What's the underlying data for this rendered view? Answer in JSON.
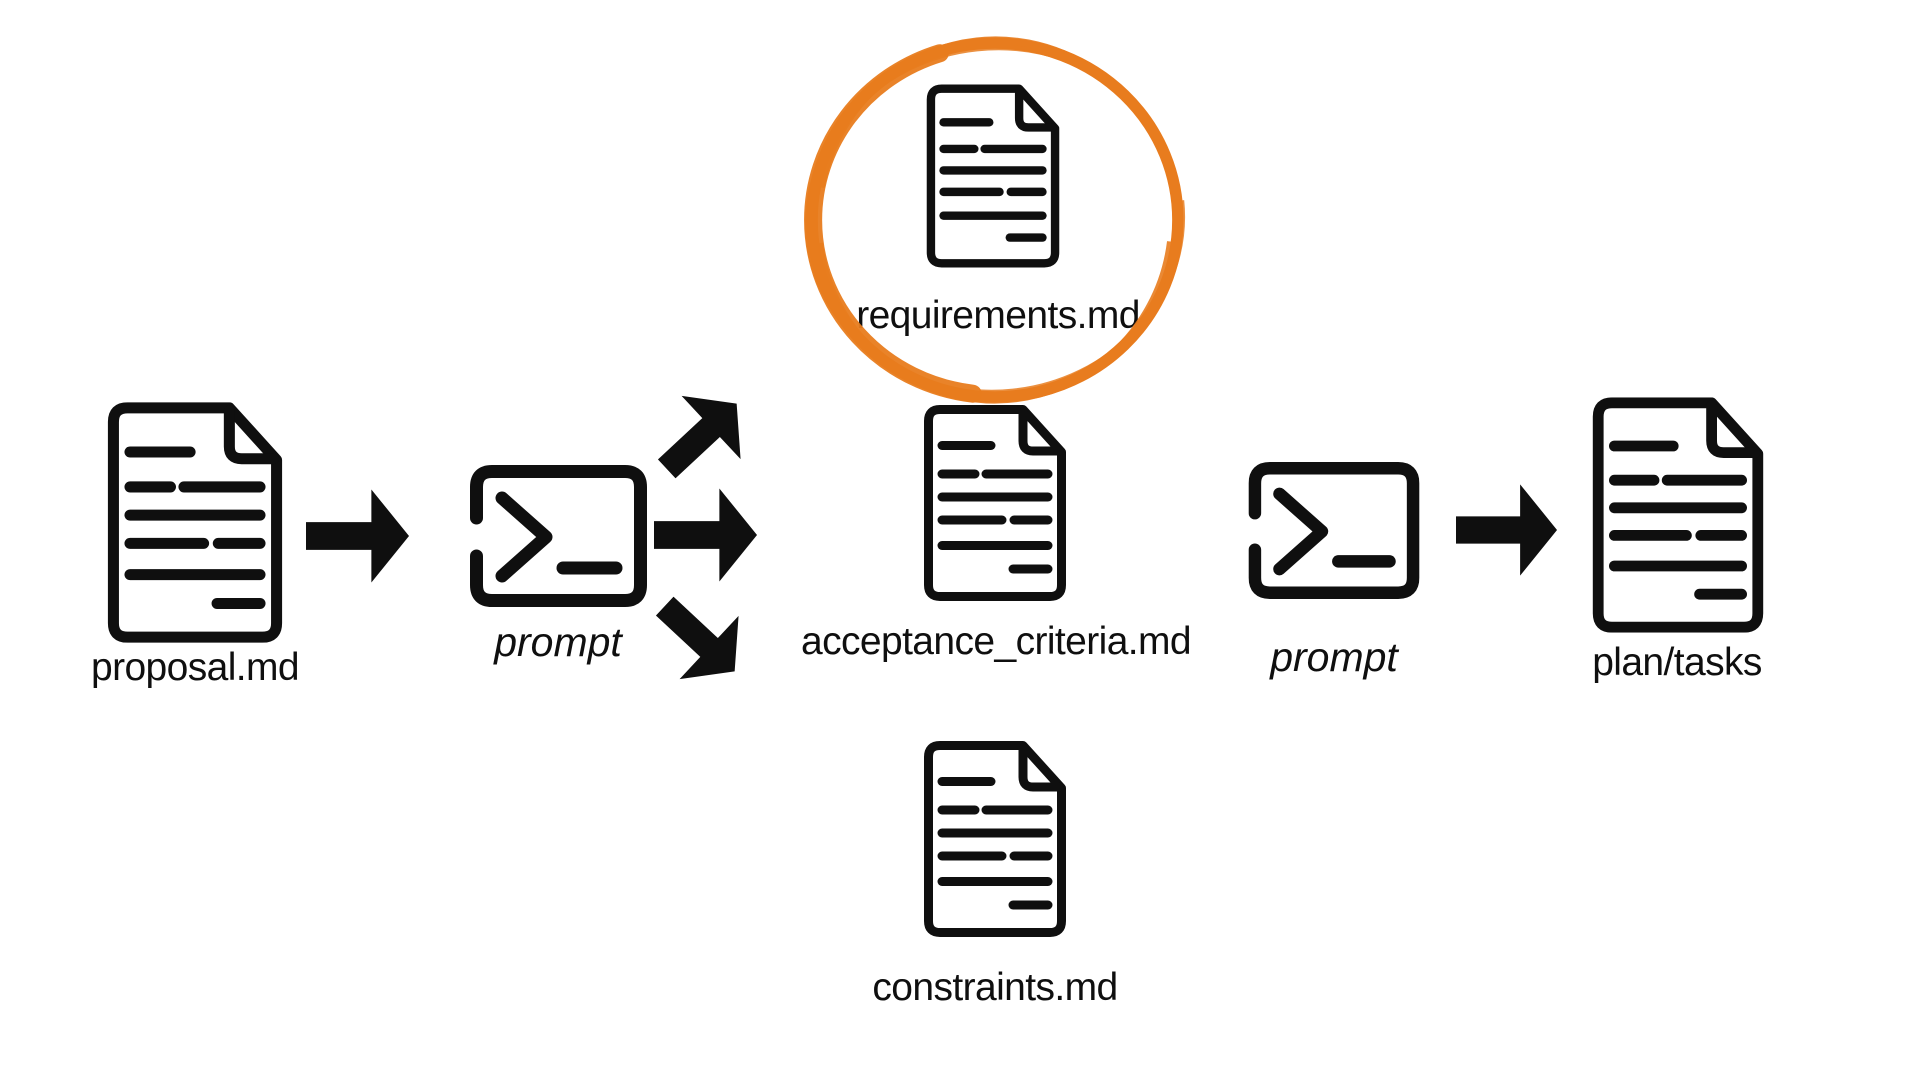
{
  "colors": {
    "background": "#ffffff",
    "ink": "#0f0f0f",
    "highlight": "#e87c1e"
  },
  "nodes": {
    "proposal": {
      "label": "proposal.md",
      "icon": "document-icon"
    },
    "prompt_left": {
      "label": "prompt",
      "icon": "terminal-prompt-icon"
    },
    "requirements": {
      "label": "requirements.md",
      "icon": "document-icon",
      "highlight": "hand-drawn-orange-circle"
    },
    "acceptance_criteria": {
      "label": "acceptance_criteria.md",
      "icon": "document-icon"
    },
    "constraints": {
      "label": "constraints.md",
      "icon": "document-icon"
    },
    "prompt_right": {
      "label": "prompt",
      "icon": "terminal-prompt-icon"
    },
    "plan_tasks": {
      "label": "plan/tasks",
      "icon": "document-icon"
    }
  },
  "connections": [
    {
      "from": "proposal",
      "to": "prompt_left",
      "type": "arrow-right"
    },
    {
      "from": "prompt_left",
      "to": "requirements",
      "type": "arrow-up-right"
    },
    {
      "from": "prompt_left",
      "to": "acceptance_criteria",
      "type": "arrow-right"
    },
    {
      "from": "prompt_left",
      "to": "constraints",
      "type": "arrow-down-right"
    },
    {
      "from": "prompt_right",
      "to": "plan_tasks",
      "type": "arrow-right"
    }
  ]
}
